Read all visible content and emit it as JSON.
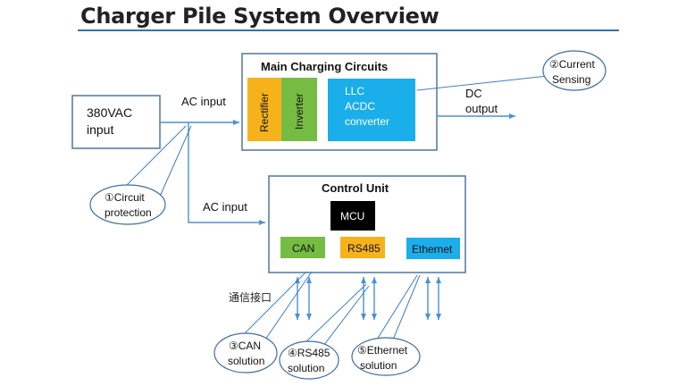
{
  "title": "Charger Pile System Overview",
  "colors": {
    "title_rule": "#2e74b5",
    "rectifier": "#f5b21b",
    "inverter": "#76bc43",
    "llc": "#1aaeea",
    "mcu": "#000000",
    "can": "#76bc43",
    "rs485": "#f5b21b",
    "ethernet": "#1aaeea",
    "arrows": "#4a90d9"
  },
  "input_box": {
    "line1": "380VAC",
    "line2": "input"
  },
  "ac_input_top": "AC input",
  "ac_input_bottom": "AC input",
  "main_charging": {
    "title": "Main Charging Circuits",
    "rectifier": "Rectifier",
    "inverter": "Inverter",
    "llc_line1": "LLC",
    "llc_line2": "ACDC",
    "llc_line3": "converter"
  },
  "dc_output": {
    "line1": "DC",
    "line2": "output"
  },
  "control_unit": {
    "title": "Control Unit",
    "mcu": "MCU",
    "can": "CAN",
    "rs485": "RS485",
    "ethernet": "Ethernet"
  },
  "comm_interface": "通信接口",
  "callouts": {
    "circuit_protection": {
      "line1": "①Circuit",
      "line2": "protection"
    },
    "current_sensing": {
      "line1": "②Current",
      "line2": "Sensing"
    },
    "can_solution": {
      "line1": "③CAN",
      "line2": "solution"
    },
    "rs485_solution": {
      "line1": "④RS485",
      "line2": "solution"
    },
    "ethernet_solution": {
      "line1": "⑤Ethernet",
      "line2": "solution"
    }
  }
}
